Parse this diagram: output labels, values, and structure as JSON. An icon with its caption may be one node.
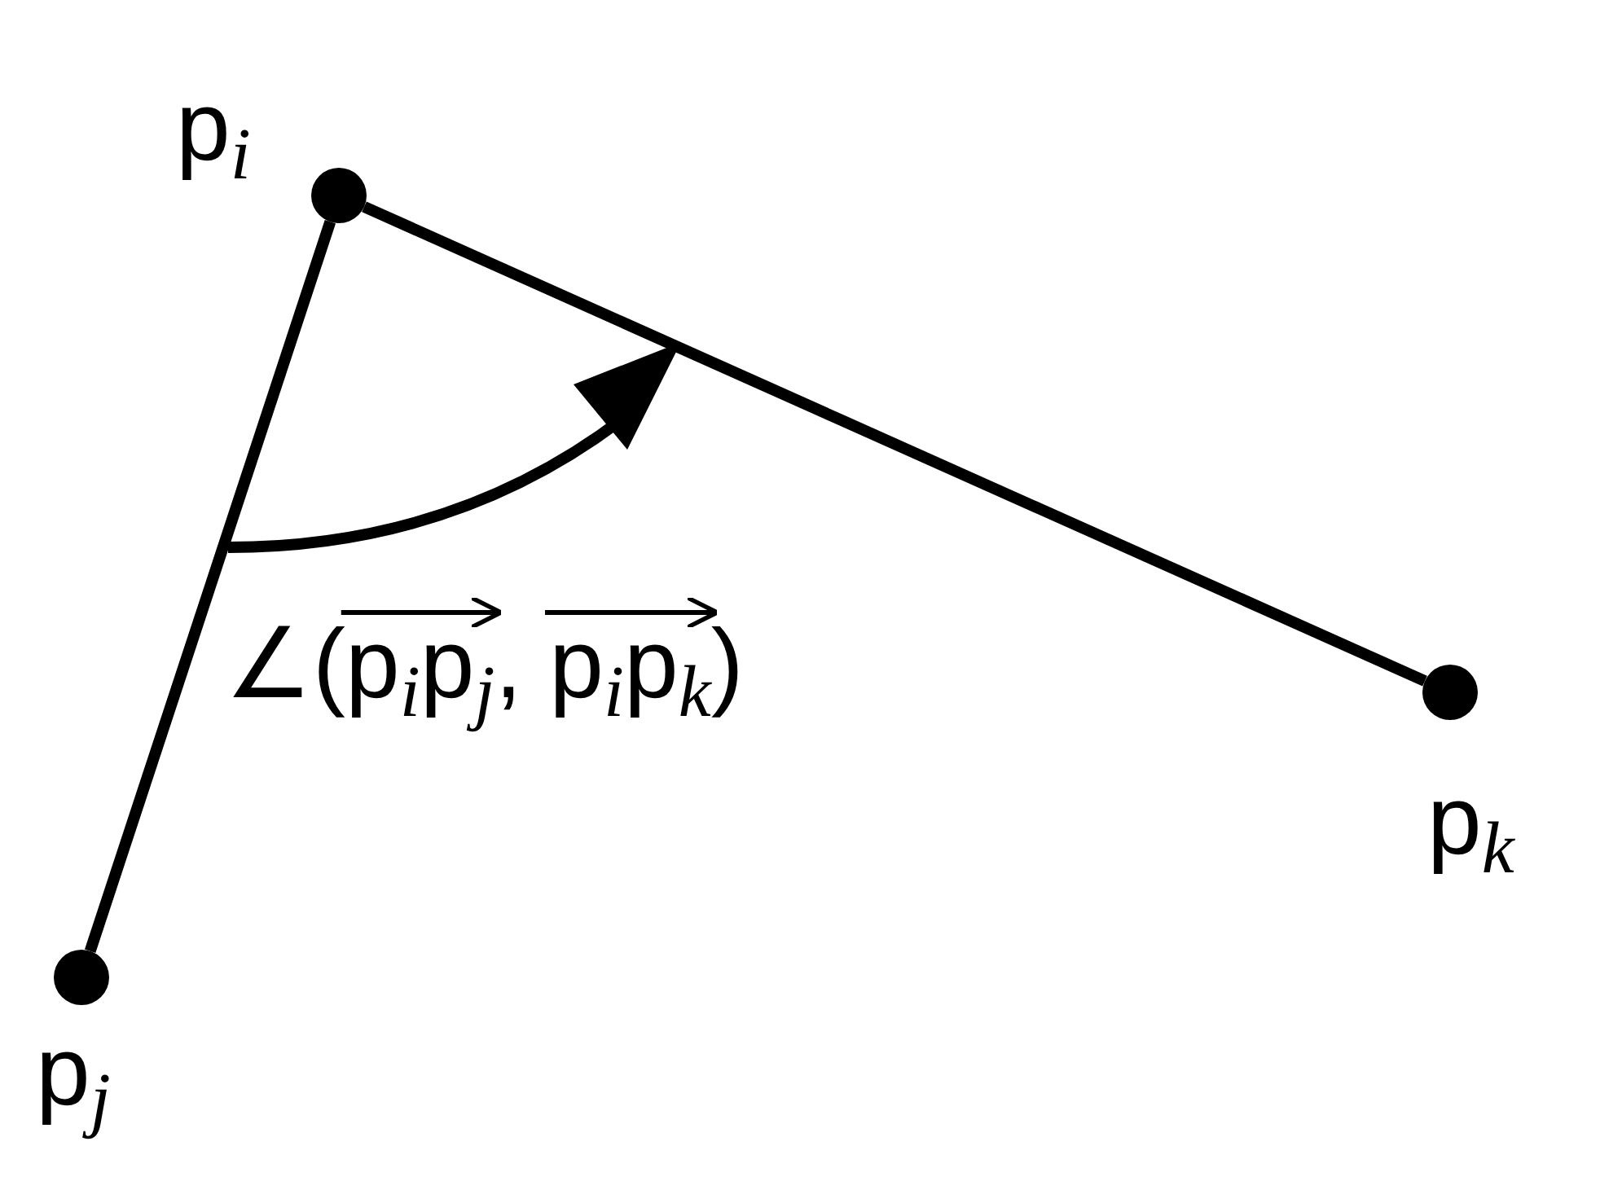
{
  "diagram": {
    "nodes": [
      {
        "text": [],
        "shape": "circle",
        "beside": [
          "p$_{i}$"
        ]
      },
      {
        "text": [],
        "shape": "circle",
        "beside": [
          "p$_{j}$"
        ]
      },
      {
        "text": [],
        "shape": "circle",
        "beside": [
          "p$_{k}$"
        ]
      }
    ],
    "edges": [
      {
        "from": 0,
        "to": 1,
        "arrow": "none"
      },
      {
        "from": 0,
        "to": 2,
        "arrow": "none"
      }
    ],
    "labels": [
      "∠(p$_{i}$p$_{j}$, p$_{i}$p$_{k}$)"
    ]
  }
}
